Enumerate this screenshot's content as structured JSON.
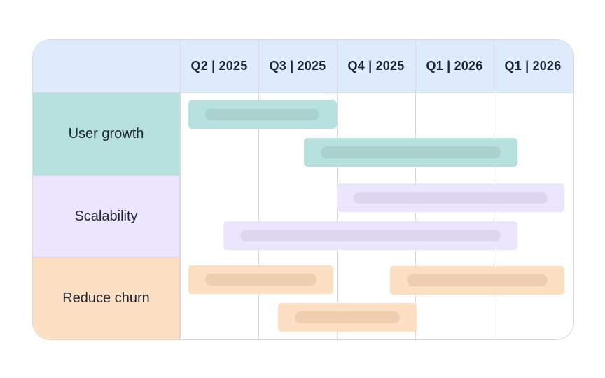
{
  "columns": [
    "Q2 | 2025",
    "Q3 | 2025",
    "Q4 | 2025",
    "Q1 | 2026",
    "Q1 | 2026"
  ],
  "rows": [
    {
      "label": "User growth",
      "bg": "#b7e1de",
      "bar_color": "#b7e1de",
      "inner_color": "#a9d2cf"
    },
    {
      "label": "Scalability",
      "bg": "#ebe6fd",
      "bar_color": "#ebe6fd",
      "inner_color": "#dcd6f1"
    },
    {
      "label": "Reduce churn",
      "bg": "#fde0c4",
      "bar_color": "#fde0c4",
      "inner_color": "#efceb0"
    }
  ],
  "header_bg": "#deebfb",
  "border_color": "#d6d9de"
}
